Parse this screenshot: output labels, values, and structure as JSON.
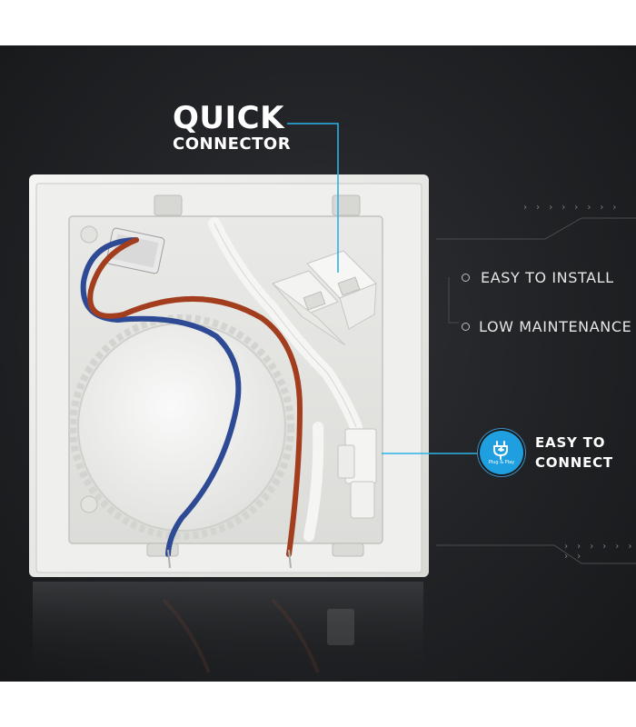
{
  "quick_connector": {
    "line1": "QUICK",
    "line2": "CONNECTOR"
  },
  "features": [
    {
      "label": "EASY TO INSTALL"
    },
    {
      "label": "LOW MAINTENANCE"
    }
  ],
  "easy_to_connect": {
    "line1": "EASY TO",
    "line2": "CONNECT",
    "badge_label": "Plug & Play"
  },
  "colors": {
    "accent_line": "#2bb3e8",
    "badge_blue": "#1f9fe0",
    "background": "#202225"
  },
  "icons": {
    "badge": "plug-icon"
  }
}
